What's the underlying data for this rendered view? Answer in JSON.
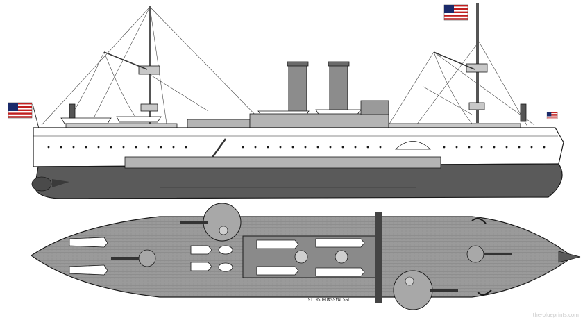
{
  "figure": {
    "views": [
      "side-profile",
      "top-plan"
    ],
    "hull_stamp": "USS MASSACHUSETTS",
    "watermark": "the-blueprints.com",
    "colors": {
      "hull_below_waterline": "#5a5a5a",
      "hull_topside": "#ffffff",
      "deck_planking": "#9a9a9a",
      "funnel": "#8c8c8c",
      "superstructure": "#b4b4b4",
      "outline": "#1a1a1a",
      "flag_red": "#c02020",
      "flag_blue": "#1a2a6a"
    },
    "icons": [
      "us-flag-icon",
      "funnel-icon",
      "mast-icon",
      "lifeboat-icon",
      "turret-icon",
      "anchor-icon"
    ]
  }
}
